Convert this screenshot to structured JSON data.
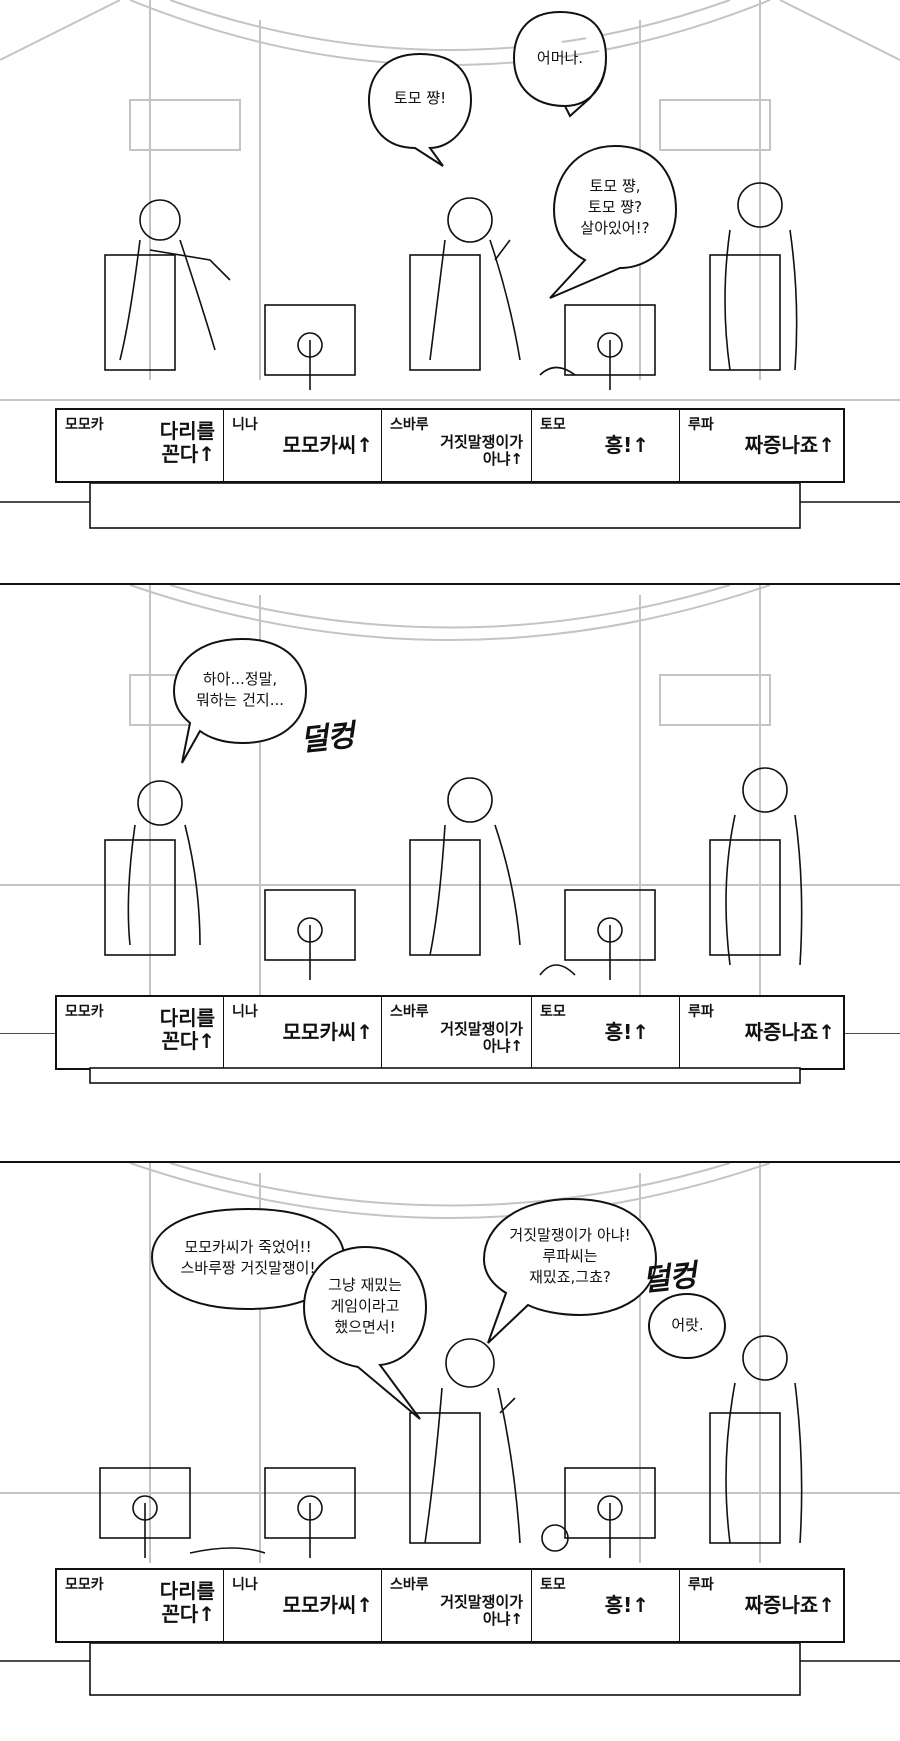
{
  "panels": [
    {
      "id": "panel-1",
      "bubbles": [
        {
          "text": "토모 쨩!"
        },
        {
          "text": "어머나."
        },
        {
          "text": "토모 쨩,\n토모 쨩?\n살아있어!?"
        }
      ],
      "sfx": []
    },
    {
      "id": "panel-2",
      "bubbles": [
        {
          "text": "하아...정말,\n뭐하는 건지..."
        }
      ],
      "sfx": [
        "덜컹"
      ]
    },
    {
      "id": "panel-3",
      "bubbles": [
        {
          "text": "모모카씨가 죽었어!!\n스바루짱 거짓말쟁이!"
        },
        {
          "text": "그냥 재밌는\n게임이라고\n했으면서!"
        },
        {
          "text": "거짓말쟁이가 아냐!\n루파씨는\n재밌죠,그쵸?"
        },
        {
          "text": "어랏."
        }
      ],
      "sfx": [
        "덜컹"
      ]
    }
  ],
  "nameplates": [
    {
      "name": "모모카",
      "word": "다리를\n꼰다↑"
    },
    {
      "name": "니나",
      "word": "모모카씨↑"
    },
    {
      "name": "스바루",
      "word": "거짓말쟁이가\n아냐↑"
    },
    {
      "name": "토모",
      "word": "흥!↑"
    },
    {
      "name": "루파",
      "word": "짜증나죠↑"
    }
  ],
  "colors": {
    "ink": "#111111",
    "line": "#b8b8b8",
    "paper": "#ffffff"
  }
}
